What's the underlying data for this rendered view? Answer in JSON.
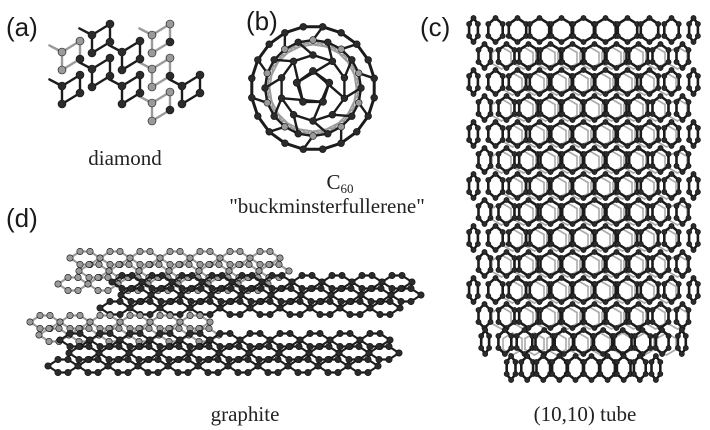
{
  "panels": {
    "a": {
      "letter": "(a)",
      "caption": "diamond"
    },
    "b": {
      "letter": "(b)",
      "caption_main": "C",
      "caption_sub": "60",
      "caption_second": "\"buckminsterfullerene\""
    },
    "c": {
      "letter": "(c)",
      "caption": "(10,10) tube"
    },
    "d": {
      "letter": "(d)",
      "caption": "graphite"
    }
  },
  "colors": {
    "bond": "#1c1c1c",
    "atom_front": "#2b2b2b",
    "atom_back": "#9a9a9a",
    "background": "#ffffff"
  }
}
